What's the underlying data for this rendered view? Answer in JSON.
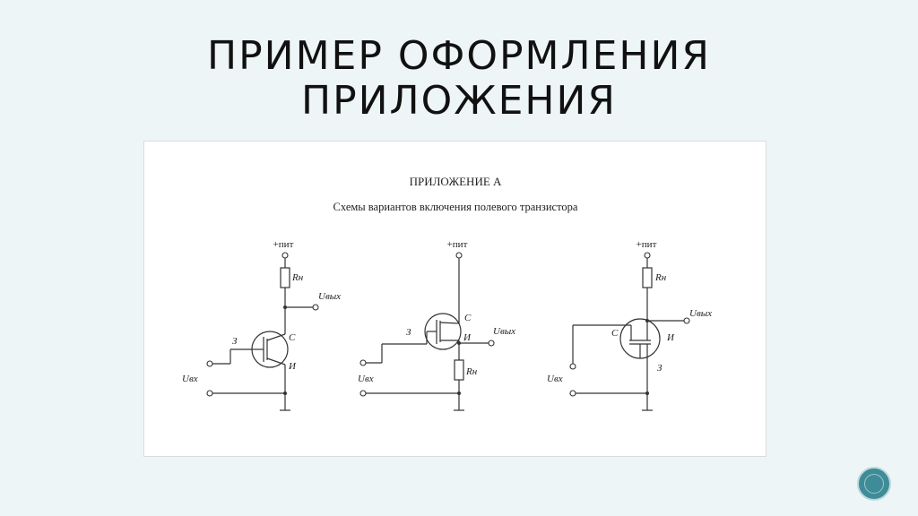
{
  "slide": {
    "title_line1": "ПРИМЕР ОФОРМЛЕНИЯ",
    "title_line2": "ПРИЛОЖЕНИЯ"
  },
  "figure": {
    "appendix_title": "ПРИЛОЖЕНИЕ А",
    "caption": "Схемы вариантов включения полевого транзистора",
    "circuits": [
      {
        "supply_label": "+пит",
        "resistor_label": "Rн",
        "output_label": "Uвых",
        "input_label": "Uвх",
        "gate_label": "З",
        "drain_label": "С",
        "source_label": "И"
      },
      {
        "supply_label": "+пит",
        "resistor_label": "Rн",
        "output_label": "Uвых",
        "input_label": "Uвх",
        "gate_label": "З",
        "drain_label": "С",
        "source_label": "И"
      },
      {
        "supply_label": "+пит",
        "resistor_label": "Rн",
        "output_label": "Uвых",
        "input_label": "Uвх",
        "gate_label": "З",
        "drain_label": "С",
        "source_label": "И"
      }
    ]
  },
  "colors": {
    "background": "#eef5f7",
    "badge": "#3e8c97"
  }
}
